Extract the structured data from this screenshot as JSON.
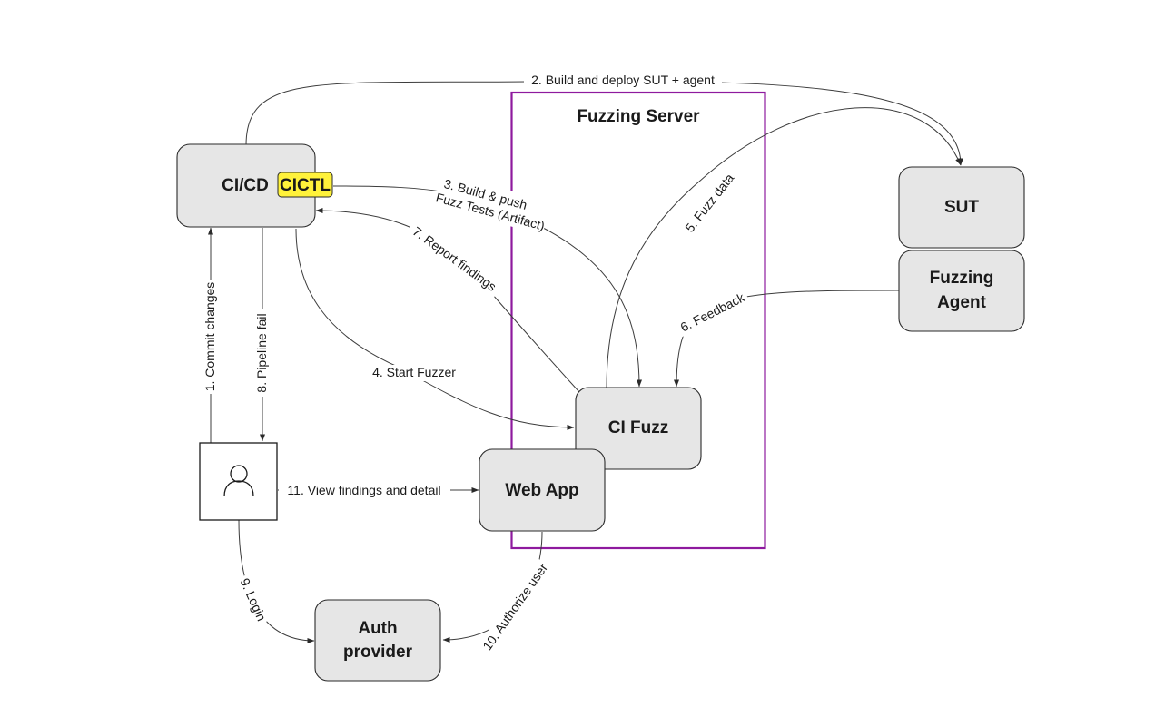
{
  "colors": {
    "box_fill": "#e6e6e6",
    "box_stroke": "#2a2a2a",
    "container_stroke": "#8e1a9e",
    "badge_fill": "#fff23a",
    "edge": "#3c3c3c",
    "background": "#ffffff"
  },
  "container": {
    "label": "Fuzzing Server"
  },
  "nodes": {
    "cicd": "CI/CD",
    "cictl": "CICTL",
    "sut": "SUT",
    "agent": [
      "Fuzzing",
      "Agent"
    ],
    "cifuzz": "CI Fuzz",
    "webapp": "Web App",
    "auth": [
      "Auth",
      "provider"
    ],
    "user_icon": "person-icon"
  },
  "edges": {
    "e1": "1. Commit changes",
    "e2": "2. Build and deploy SUT + agent",
    "e3": [
      "3. Build & push",
      "Fuzz Tests (Artifact)"
    ],
    "e4": "4. Start Fuzzer",
    "e5": "5. Fuzz data",
    "e6": "6. Feedback",
    "e7": "7. Report findings",
    "e8": "8. Pipeline fail",
    "e9": "9. Login",
    "e10": "10. Authorize user",
    "e11": "11. View findings and detail"
  }
}
